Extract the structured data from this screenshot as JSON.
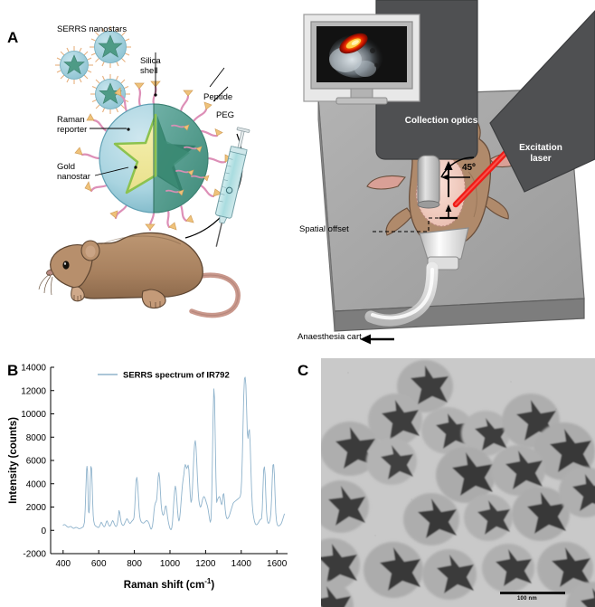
{
  "figure": {
    "panels": [
      {
        "letter": "A",
        "name": "schematic-nanostar-and-imaging-rig"
      },
      {
        "letter": "B",
        "name": "serrs-spectrum-chart"
      },
      {
        "letter": "C",
        "name": "tem-micrograph"
      }
    ]
  },
  "panelA": {
    "letter": "A",
    "labels": {
      "serrs_nanostars": "SERRS nanostars",
      "silica_shell": "Silica\nshell",
      "peptide": "Peptide",
      "peg": "PEG",
      "raman_reporter": "Raman\nreporter",
      "gold_nanostar": "Gold\nnanostar"
    },
    "colors": {
      "silica_shell": "#9fd0de",
      "silica_shell_dark": "#5fa89a",
      "gold_nanostar": "#f2eda0",
      "gold_nanostar_dark": "#3f8f77",
      "reporter_outline": "#7fbf4a",
      "peg_strand": "#e4a0c0",
      "peptide_tip": "#efc27a",
      "mouse_body": "#ae8868",
      "mouse_tail": "#d39a8e",
      "syringe": "#b8dfe0"
    }
  },
  "panelRig": {
    "labels": {
      "collection_optics": "Collection optics",
      "excitation_laser": "Excitation\nlaser",
      "angle": "45º",
      "spatial_offset": "Spatial offset",
      "anaesthesia_cart": "Anaesthesia cart"
    },
    "colors": {
      "instrument_body": "#4f5052",
      "stage_top": "#a2a2a2",
      "stage_side": "#7d7d7d",
      "monitor_frame": "#e8e8e8",
      "screen": "#121212",
      "laser_beam": "#ef1c17",
      "mouse_body": "#b08a6b",
      "tumour": "#f0cfc4",
      "probe": "#d3d3d3"
    }
  },
  "panelB": {
    "letter": "B",
    "chart_data": {
      "type": "line",
      "title": "",
      "legend": [
        "SERRS spectrum of IR792"
      ],
      "legend_position": "top-center",
      "xlabel": "Raman shift (cm⁻¹)",
      "ylabel": "Intensity (counts)",
      "xlim": [
        330,
        1660
      ],
      "ylim": [
        -2000,
        14000
      ],
      "xticks": [
        400,
        600,
        800,
        1000,
        1200,
        1400,
        1600
      ],
      "yticks": [
        -2000,
        0,
        2000,
        4000,
        6000,
        8000,
        10000,
        12000,
        14000
      ],
      "grid": false,
      "series": [
        {
          "name": "SERRS spectrum of IR792",
          "color": "#8fb3cc",
          "x": [
            400,
            406,
            412,
            418,
            424,
            430,
            436,
            442,
            448,
            454,
            460,
            466,
            472,
            478,
            484,
            490,
            496,
            502,
            508,
            514,
            520,
            524,
            528,
            532,
            534,
            537,
            540,
            543,
            546,
            550,
            553,
            556,
            560,
            563,
            566,
            569,
            572,
            575,
            578,
            582,
            586,
            590,
            594,
            598,
            602,
            606,
            610,
            614,
            618,
            622,
            626,
            630,
            634,
            638,
            642,
            646,
            650,
            654,
            658,
            662,
            666,
            670,
            674,
            678,
            682,
            686,
            690,
            694,
            698,
            702,
            706,
            710,
            714,
            718,
            722,
            726,
            730,
            734,
            738,
            742,
            746,
            750,
            754,
            758,
            762,
            766,
            770,
            774,
            778,
            782,
            786,
            790,
            794,
            798,
            802,
            806,
            810,
            814,
            818,
            822,
            826,
            830,
            834,
            838,
            842,
            846,
            850,
            854,
            858,
            862,
            866,
            870,
            874,
            878,
            882,
            886,
            890,
            894,
            898,
            902,
            906,
            910,
            914,
            918,
            922,
            926,
            930,
            934,
            938,
            942,
            946,
            950,
            954,
            958,
            962,
            966,
            970,
            974,
            978,
            982,
            986,
            990,
            994,
            998,
            1002,
            1006,
            1010,
            1014,
            1018,
            1022,
            1026,
            1030,
            1034,
            1038,
            1042,
            1046,
            1050,
            1054,
            1058,
            1062,
            1066,
            1070,
            1074,
            1078,
            1082,
            1086,
            1090,
            1094,
            1098,
            1102,
            1106,
            1110,
            1114,
            1118,
            1122,
            1126,
            1130,
            1134,
            1138,
            1142,
            1146,
            1150,
            1154,
            1158,
            1162,
            1166,
            1170,
            1174,
            1178,
            1182,
            1186,
            1190,
            1194,
            1198,
            1202,
            1206,
            1210,
            1214,
            1218,
            1222,
            1226,
            1230,
            1234,
            1238,
            1242,
            1246,
            1250,
            1254,
            1258,
            1262,
            1266,
            1270,
            1274,
            1278,
            1282,
            1286,
            1290,
            1294,
            1298,
            1302,
            1306,
            1310,
            1314,
            1318,
            1322,
            1326,
            1330,
            1334,
            1338,
            1342,
            1346,
            1350,
            1354,
            1358,
            1362,
            1366,
            1370,
            1374,
            1378,
            1382,
            1386,
            1390,
            1394,
            1398,
            1402,
            1406,
            1410,
            1414,
            1418,
            1422,
            1426,
            1430,
            1434,
            1438,
            1442,
            1446,
            1450,
            1454,
            1458,
            1462,
            1466,
            1470,
            1474,
            1478,
            1482,
            1486,
            1490,
            1494,
            1498,
            1502,
            1506,
            1510,
            1514,
            1518,
            1522,
            1526,
            1530,
            1534,
            1538,
            1542,
            1546,
            1550,
            1554,
            1558,
            1562,
            1566,
            1570,
            1574,
            1578,
            1582,
            1586,
            1590,
            1594,
            1598,
            1602,
            1606,
            1610,
            1614,
            1618,
            1622,
            1626,
            1630,
            1636,
            1642
          ],
          "y": [
            430,
            500,
            470,
            380,
            300,
            260,
            300,
            340,
            280,
            200,
            170,
            210,
            260,
            240,
            180,
            140,
            160,
            200,
            250,
            320,
            700,
            1800,
            3600,
            5250,
            5500,
            5100,
            3200,
            1600,
            1500,
            2600,
            4400,
            5480,
            5300,
            4000,
            2400,
            1300,
            800,
            600,
            450,
            380,
            340,
            300,
            260,
            240,
            280,
            420,
            560,
            700,
            620,
            480,
            380,
            300,
            340,
            500,
            700,
            820,
            700,
            520,
            400,
            360,
            420,
            560,
            720,
            840,
            760,
            600,
            450,
            360,
            330,
            420,
            700,
            1150,
            1700,
            1500,
            1050,
            700,
            520,
            440,
            420,
            480,
            620,
            760,
            880,
            1000,
            940,
            800,
            680,
            600,
            620,
            700,
            780,
            860,
            900,
            1100,
            1900,
            3200,
            4300,
            4550,
            4100,
            3000,
            1900,
            1200,
            900,
            750,
            680,
            640,
            620,
            640,
            700,
            760,
            820,
            840,
            800,
            720,
            600,
            420,
            200,
            100,
            180,
            420,
            900,
            1600,
            2100,
            2350,
            2450,
            2700,
            3600,
            4600,
            4950,
            4500,
            3400,
            2300,
            1700,
            1400,
            1300,
            1400,
            1700,
            2050,
            2100,
            1700,
            1200,
            800,
            500,
            250,
            100,
            60,
            200,
            700,
            1600,
            2600,
            3400,
            3800,
            3500,
            2700,
            1800,
            1100,
            800,
            1000,
            1600,
            2400,
            3200,
            3900,
            4400,
            4800,
            5400,
            5650,
            5500,
            5300,
            5450,
            5600,
            5200,
            4100,
            3000,
            2400,
            2600,
            3600,
            5000,
            6400,
            7400,
            7700,
            7200,
            6000,
            4600,
            3400,
            2600,
            2200,
            2000,
            2050,
            2300,
            2600,
            2800,
            2900,
            2850,
            2700,
            2500,
            2300,
            2100,
            1800,
            1400,
            1000,
            700,
            900,
            2600,
            6000,
            9800,
            12150,
            11400,
            8000,
            4500,
            2400,
            2600,
            2750,
            2850,
            2900,
            2700,
            2400,
            2200,
            2400,
            3050,
            3150,
            2600,
            1800,
            1300,
            1050,
            1000,
            1050,
            1150,
            1300,
            1500,
            1700,
            1900,
            2100,
            2300,
            2400,
            2450,
            2500,
            2550,
            2600,
            2650,
            2700,
            2750,
            2800,
            2900,
            3200,
            4200,
            6200,
            8900,
            11500,
            13000,
            13150,
            12500,
            10500,
            8400,
            7900,
            8500,
            8650,
            7500,
            5400,
            3500,
            2200,
            1500,
            1100,
            800,
            600,
            500,
            480,
            520,
            600,
            700,
            820,
            900,
            950,
            1000,
            1800,
            3600,
            5200,
            5450,
            4800,
            3000,
            1600,
            900,
            650,
            600,
            700,
            900,
            1400,
            2600,
            4400,
            5600,
            5650,
            4800,
            3000,
            1500,
            800,
            500,
            400,
            380,
            400,
            450,
            520,
            620,
            800,
            1100,
            1400,
            1550,
            1500,
            1350,
            1300,
            1400,
            1550,
            1600,
            1500,
            1200,
            800,
            400,
            150,
            50,
            20,
            0,
            -20,
            -30,
            -40,
            -60,
            -80
          ]
        }
      ]
    },
    "legend_label": "SERRS spectrum of IR792",
    "xlabel_main": "Raman shift (cm",
    "xlabel_sup": "-1",
    "xlabel_close": ")",
    "ylabel": "Intensity (counts)",
    "line_color": "#8fb3cc"
  },
  "panelC": {
    "letter": "C",
    "scalebar_label": "100 nm",
    "background": "#c9c9c9"
  }
}
